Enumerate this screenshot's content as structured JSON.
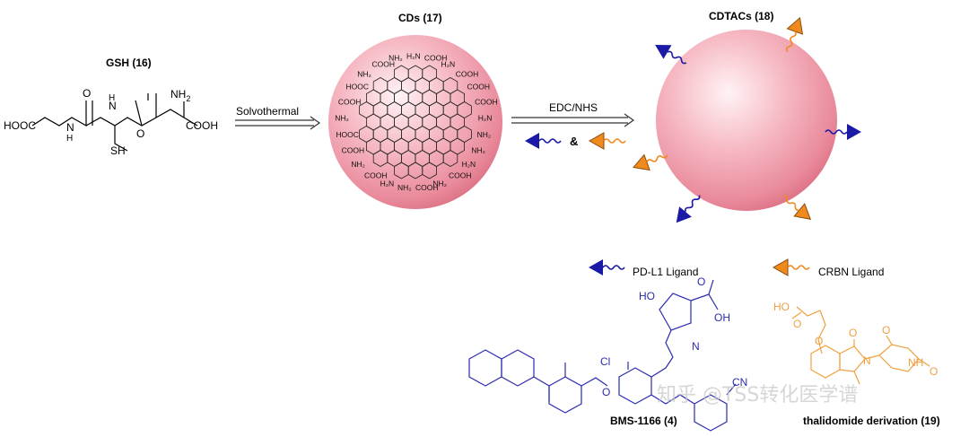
{
  "gsh": {
    "title": "GSH (16)",
    "nh2": "NH",
    "nh2_sub": "2",
    "hooc": "HOOC",
    "n1": "N",
    "h1": "H",
    "nh": "N",
    "h2": "H",
    "o1": "O",
    "o2": "O",
    "cooh": "COOH",
    "sh": "SH"
  },
  "arrow1": {
    "label": "Solvothermal"
  },
  "cds": {
    "title": "CDs (17)",
    "groups": [
      "H₂N",
      "COOH",
      "H₂N",
      "COOH",
      "COOH",
      "COOH",
      "H₂N",
      "NH₂",
      "NH₂",
      "H₂N",
      "COOH",
      "NH₂",
      "COOH",
      "NH₂",
      "H₂N",
      "COOH",
      "NH₂",
      "COOH",
      "HOOC",
      "NH₂",
      "COOH",
      "HOOC",
      "NH₂",
      "COOH",
      "NH₂"
    ]
  },
  "arrow2": {
    "label": "EDC/NHS",
    "ampersand": "&"
  },
  "cdtacs": {
    "title": "CDTACs (18)"
  },
  "legend": {
    "pdl1": "PD-L1 Ligand",
    "crbn": "CRBN Ligand"
  },
  "bms": {
    "name": "BMS-1166 (4)",
    "ho": "HO",
    "oh": "OH",
    "n": "N",
    "cl": "Cl",
    "o": "O",
    "cn": "CN"
  },
  "thal": {
    "name": "thalidomide derivation (19)",
    "ho": "HO",
    "o": "O",
    "n": "N",
    "nh": "NH"
  },
  "watermark": "知乎 @TSS转化医学谱",
  "colors": {
    "pdl1": "#1a1aa6",
    "crbn": "#f08a1c",
    "bms_struct": "#2b2bb0",
    "thal_struct": "#f0a040",
    "sphere": "#f3a7b3"
  }
}
